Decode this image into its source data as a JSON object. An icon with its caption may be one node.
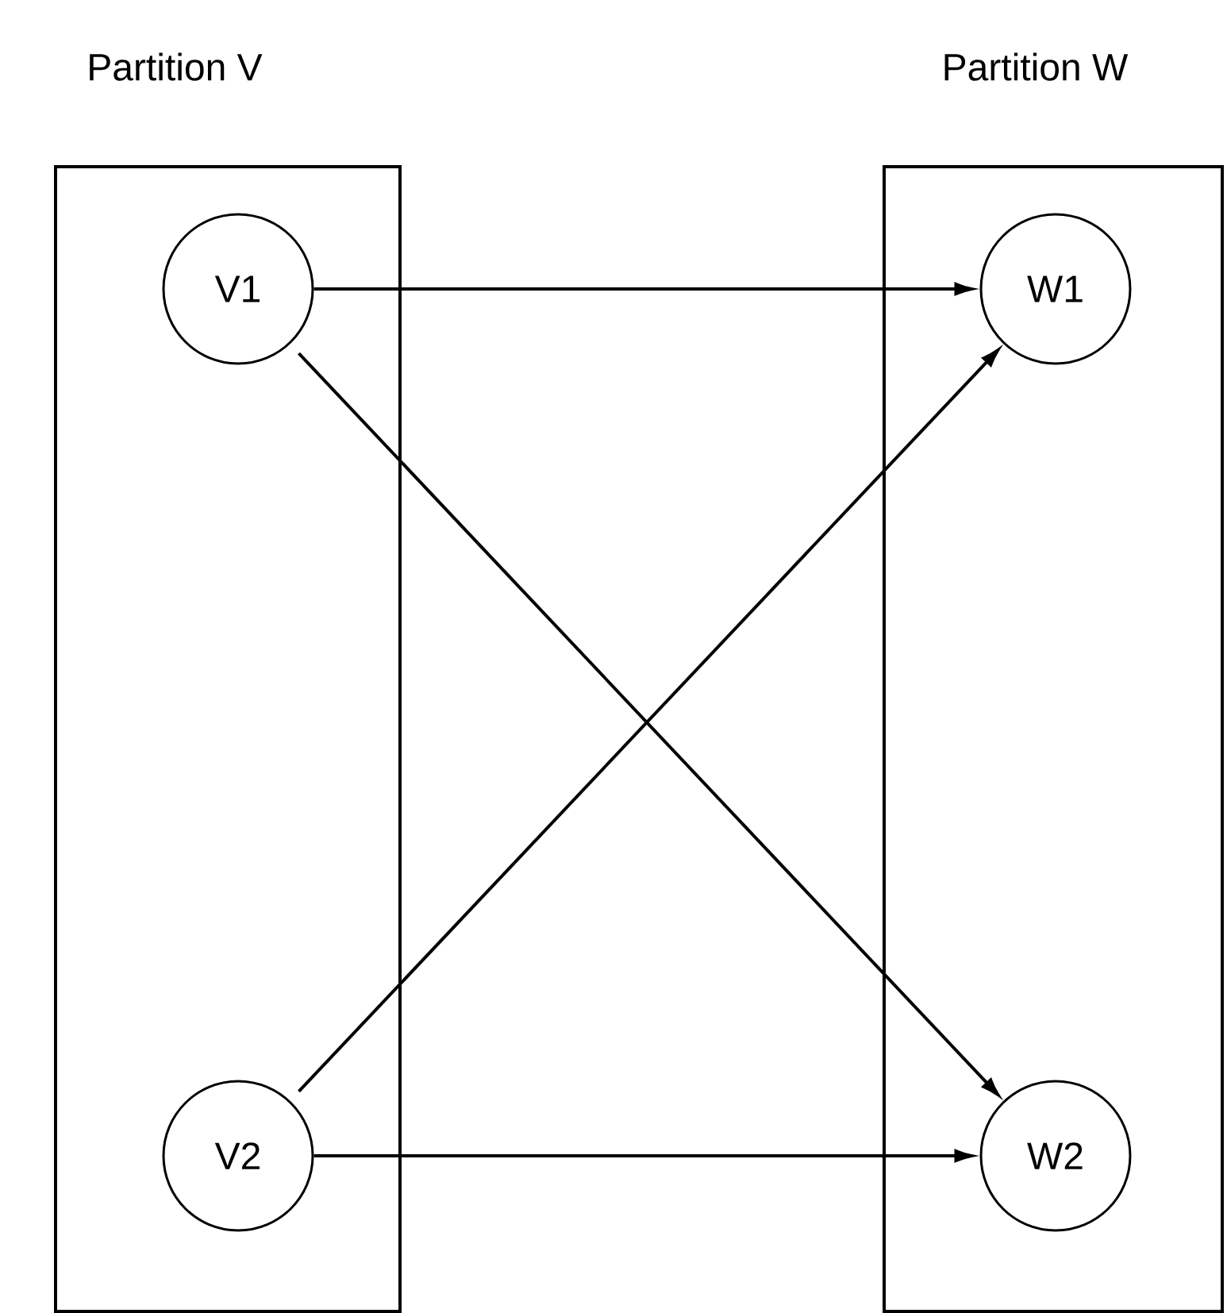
{
  "diagram": {
    "nodes": [
      {
        "text": [
          "Partition V"
        ]
      },
      {
        "text": [
          "V1"
        ],
        "in": 0
      },
      {
        "text": [
          "V2"
        ],
        "in": 0
      },
      {
        "text": [
          "Partition W"
        ]
      },
      {
        "text": [
          "W1"
        ],
        "in": 3
      },
      {
        "text": [
          "W2"
        ],
        "in": 3
      }
    ],
    "edges": [
      {
        "from": 1,
        "to": 4,
        "arrow": "to"
      },
      {
        "from": 1,
        "to": 5,
        "arrow": "to"
      },
      {
        "from": 2,
        "to": 4,
        "arrow": "to"
      },
      {
        "from": 2,
        "to": 5,
        "arrow": "to"
      }
    ]
  }
}
